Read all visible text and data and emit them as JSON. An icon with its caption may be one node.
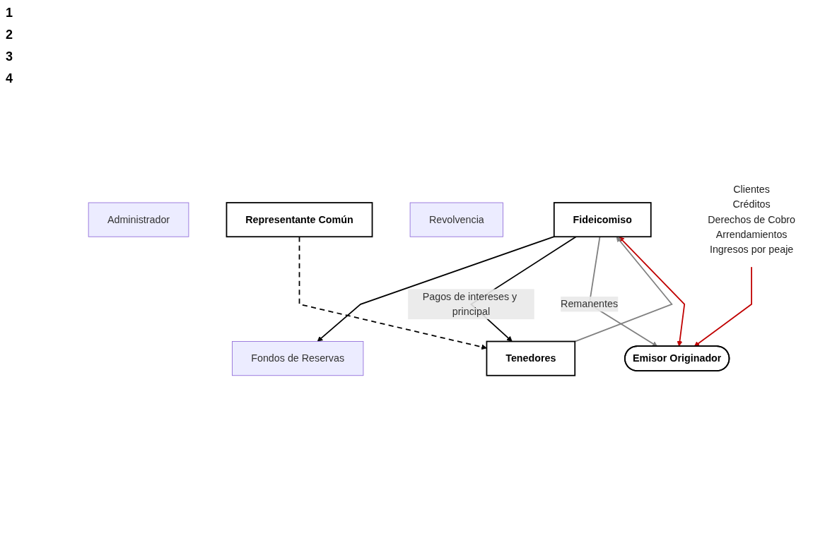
{
  "diagram": {
    "nodes": [
      {
        "text": [
          "Administrador"
        ]
      },
      {
        "text": [
          "Fideicomiso"
        ]
      },
      {
        "text": [
          "Fondos de Reservas"
        ]
      },
      {
        "text": [
          "Revolvencia"
        ]
      },
      {
        "text": [
          "Emisor Originador"
        ]
      },
      {
        "text": [
          "Tenedores"
        ]
      },
      {
        "text": [
          "Representante Común"
        ]
      },
      {
        "text": [
          "Clientes",
          "Créditos",
          "Derechos de Cobro",
          "Arrendamientos",
          "Ingresos por peaje"
        ]
      }
    ],
    "edges": [
      {
        "from": 4,
        "to": 1,
        "arrow": "both",
        "color": "#c00000"
      },
      {
        "from": 1,
        "to": 2,
        "arrow": "to"
      },
      {
        "from": 1,
        "to": 5,
        "arrow": "to",
        "label": "Pagos de intereses y principal"
      },
      {
        "from": 5,
        "to": 1,
        "arrow": "to",
        "color": "#808080"
      },
      {
        "from": 1,
        "to": 4,
        "arrow": "to",
        "label": "Remanentes",
        "color": "#808080"
      },
      {
        "from": 6,
        "to": 5,
        "arrow": "to",
        "style": "dashed"
      },
      {
        "from": 7,
        "to": 4,
        "arrow": "to",
        "color": "#c00000"
      }
    ],
    "labels": [
      "1",
      "2",
      "3",
      "4"
    ]
  }
}
